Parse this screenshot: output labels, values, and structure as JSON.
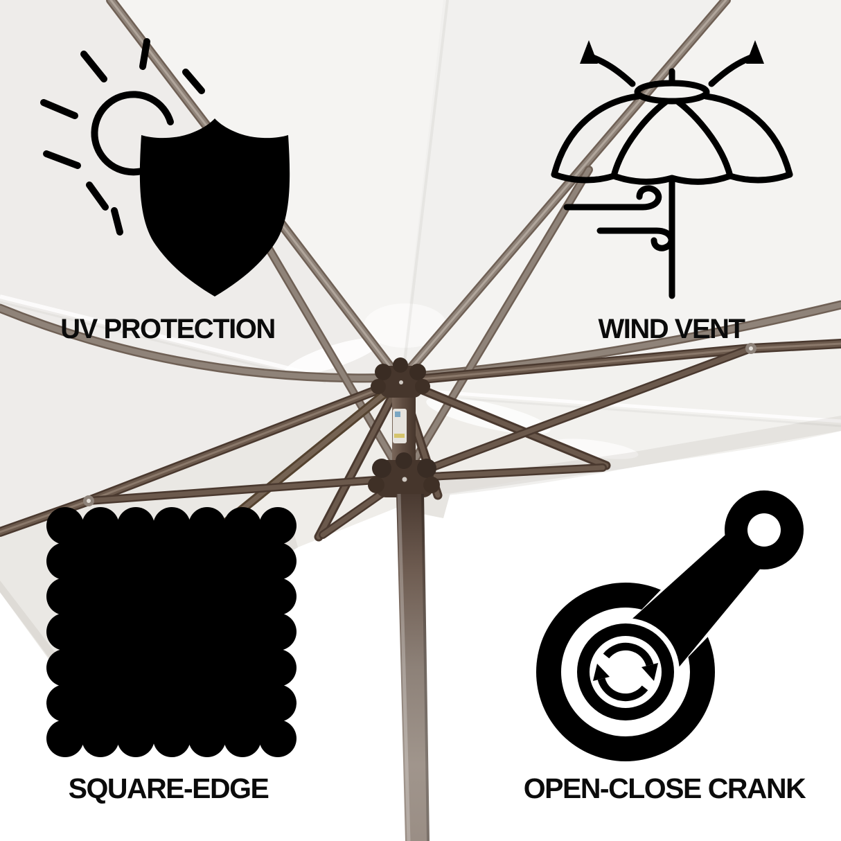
{
  "image": {
    "kind": "product-feature-infographic",
    "subject": "underside of a white square patio umbrella with brown pole and ribs"
  },
  "features": [
    {
      "id": "uv-protection",
      "icon": "sun-shield-icon",
      "label": "UV PROTECTION"
    },
    {
      "id": "wind-vent",
      "icon": "vented-umbrella-icon",
      "label": "WIND VENT"
    },
    {
      "id": "square-edge",
      "icon": "scalloped-square-icon",
      "label": "SQUARE-EDGE"
    },
    {
      "id": "open-close-crank",
      "icon": "crank-handle-icon",
      "label": "OPEN-CLOSE CRANK"
    }
  ],
  "colors": {
    "background": "#ffffff",
    "icon": "#000000",
    "label_text": "#0b0b0b",
    "canopy": "#f1f0ee",
    "canopy_shadow": "#e9e7e3",
    "frame_metal_light": "#8f8379",
    "frame_metal_dark": "#5f4d41",
    "hub_plastic": "#3f3026",
    "pole_dark": "#4e3e35",
    "pole_light": "#9b9088"
  }
}
